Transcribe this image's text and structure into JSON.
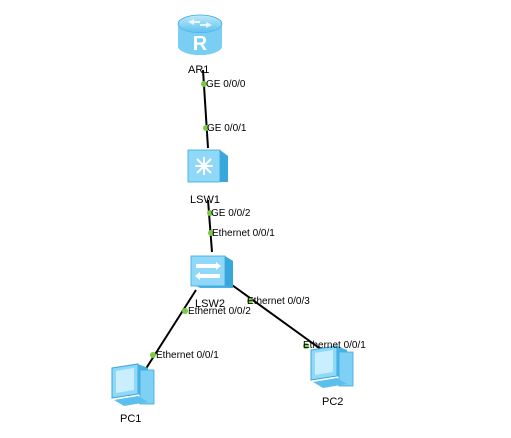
{
  "devices": {
    "ar1": {
      "label": "AR1",
      "type": "router"
    },
    "lsw1": {
      "label": "LSW1",
      "type": "l3-switch"
    },
    "lsw2": {
      "label": "LSW2",
      "type": "l2-switch"
    },
    "pc1": {
      "label": "PC1",
      "type": "pc"
    },
    "pc2": {
      "label": "PC2",
      "type": "pc"
    }
  },
  "ports": {
    "ar1_ge000": "GE 0/0/0",
    "lsw1_ge001": "GE 0/0/1",
    "lsw1_ge002": "GE 0/0/2",
    "lsw2_eth001": "Ethernet 0/0/1",
    "lsw2_eth002": "Ethernet 0/0/2",
    "lsw2_eth003": "Ethernet 0/0/3",
    "pc1_eth001": "Ethernet 0/0/1",
    "pc2_eth001": "Ethernet 0/0/1"
  },
  "colors": {
    "device_fill": "#7fd0f5",
    "device_dark": "#3aa7dc",
    "port_dot": "#7ac943",
    "link": "#000000"
  }
}
